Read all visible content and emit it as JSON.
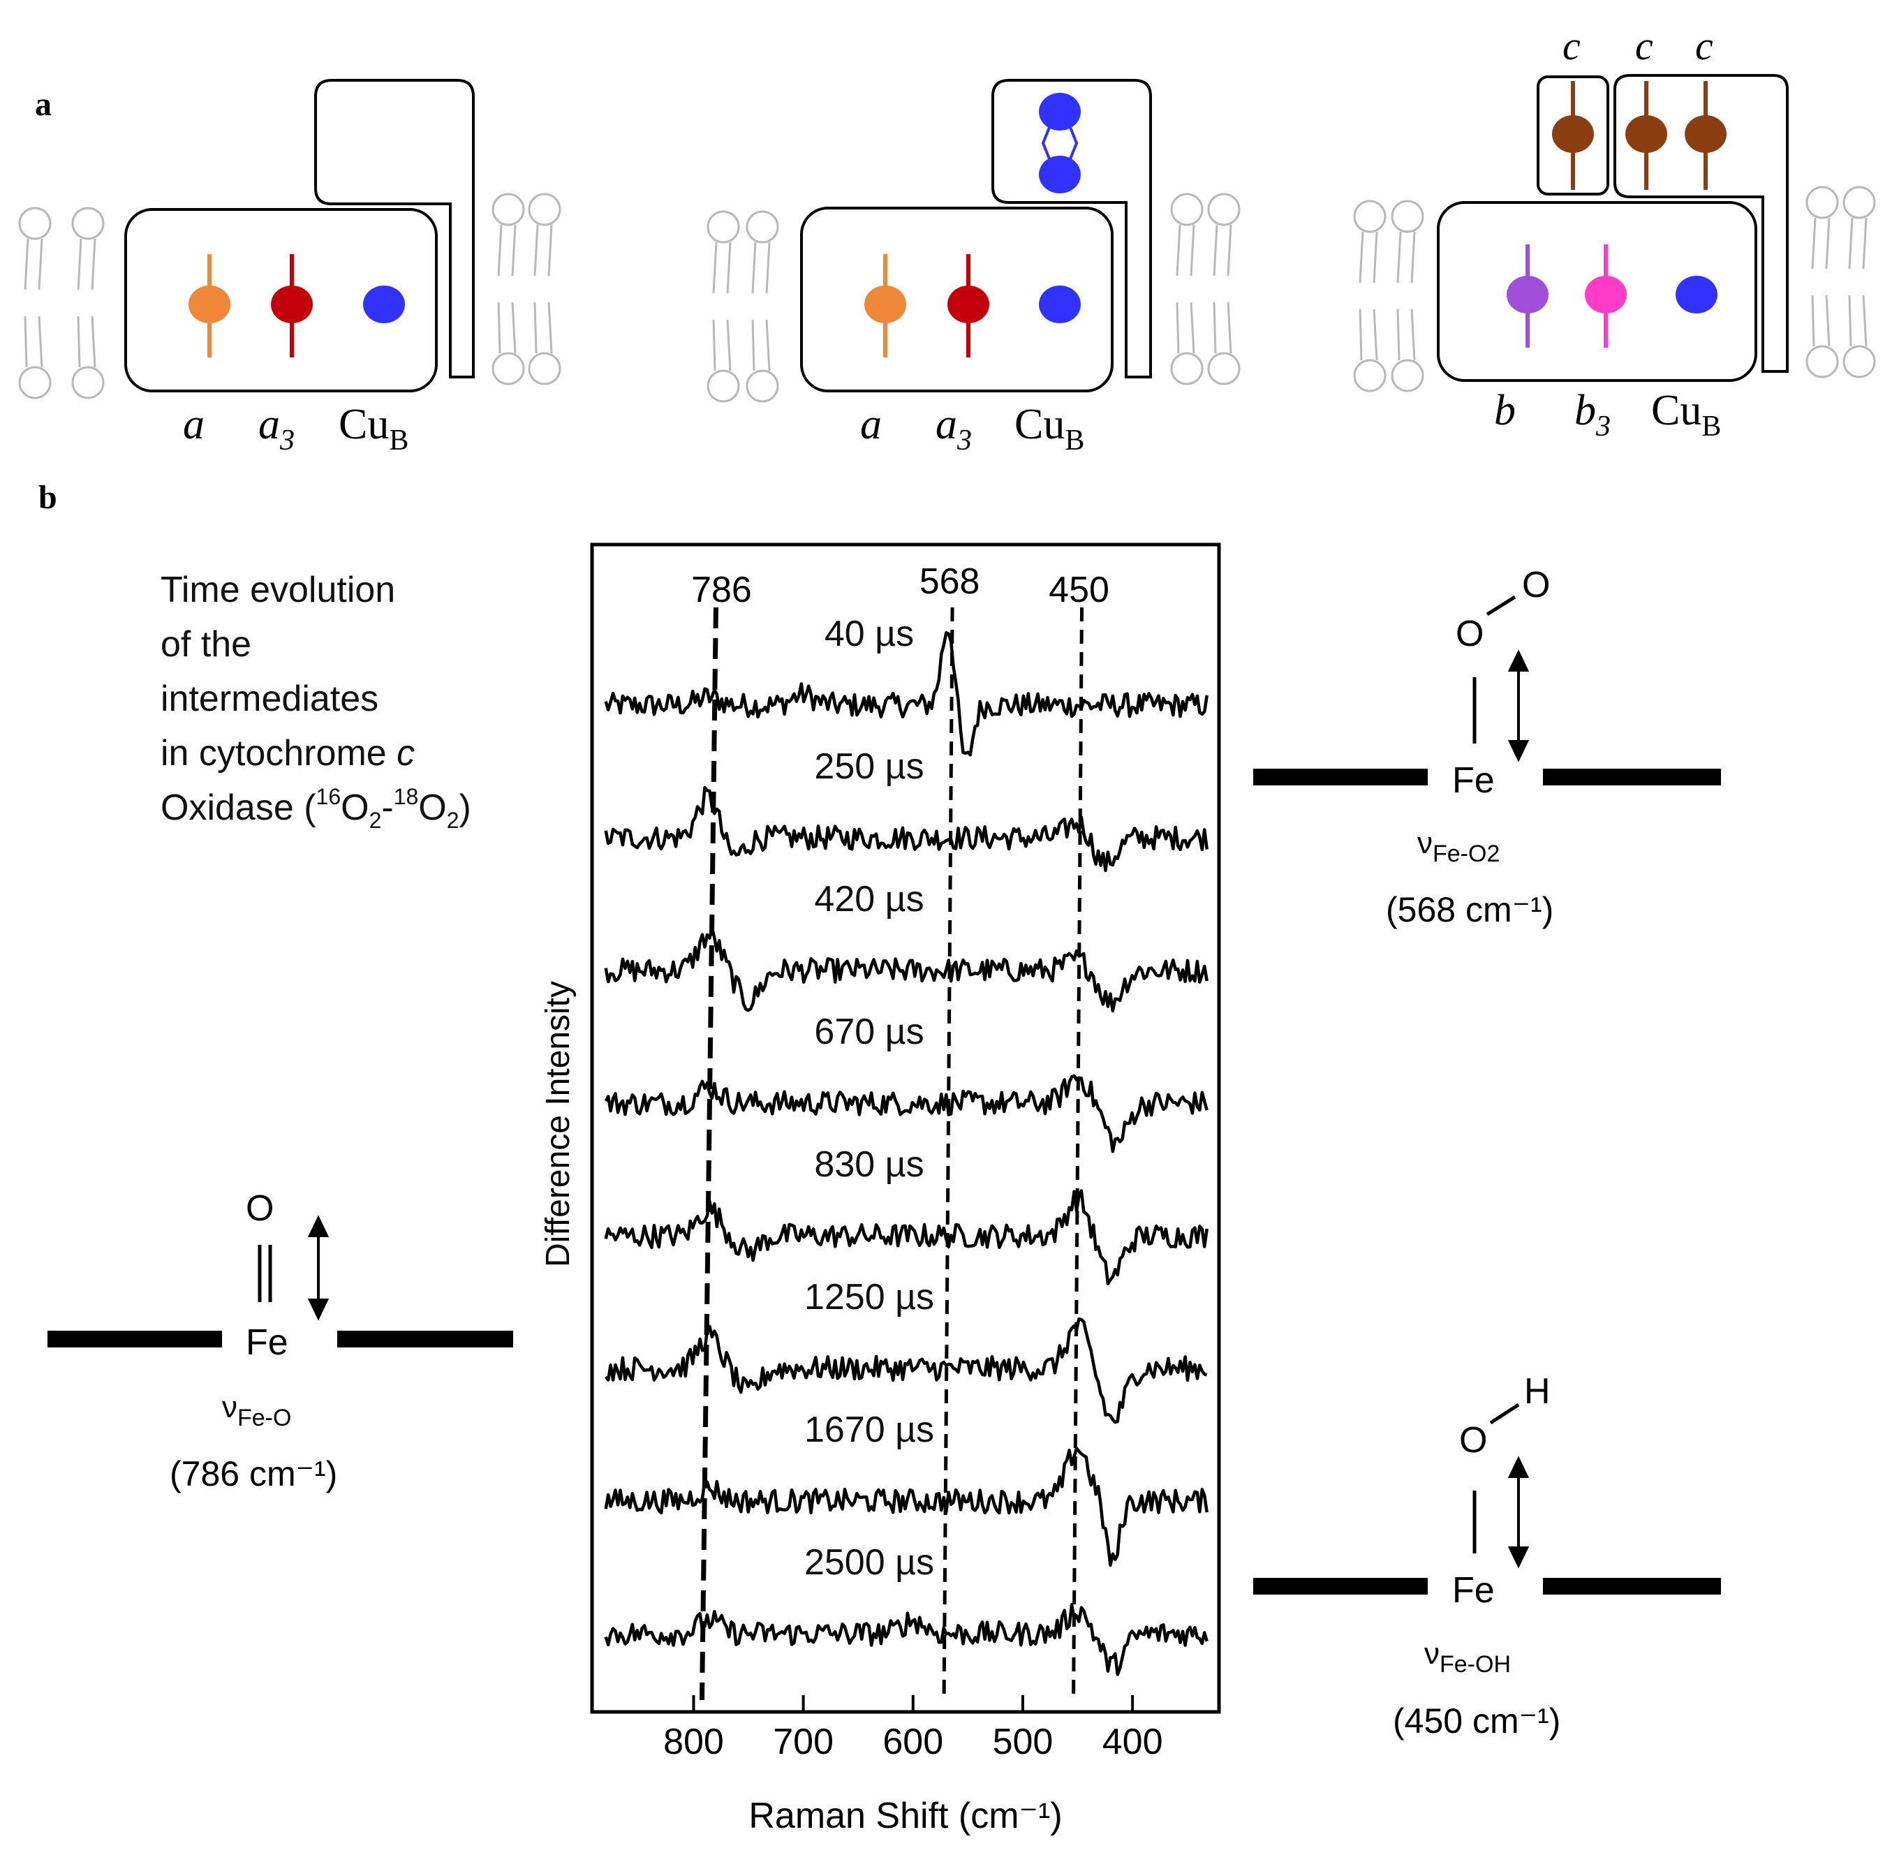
{
  "panel_a": {
    "label": "a",
    "complexes": [
      {
        "hemes": [
          {
            "label": "a",
            "color": "#F0883A"
          },
          {
            "label": "a",
            "sub": "3",
            "color": "#C4000A"
          }
        ],
        "copper": {
          "label": "Cu",
          "sub": "B",
          "color": "#3232FF"
        },
        "cupola": "empty",
        "cyt_c_labels": []
      },
      {
        "hemes": [
          {
            "label": "a",
            "color": "#F0883A"
          },
          {
            "label": "a",
            "sub": "3",
            "color": "#C4000A"
          }
        ],
        "copper": {
          "label": "Cu",
          "sub": "B",
          "color": "#3232FF"
        },
        "cupola": "cuA",
        "cuA_color": "#3232FF",
        "cyt_c_labels": []
      },
      {
        "hemes": [
          {
            "label": "b",
            "color": "#A050D8"
          },
          {
            "label": "b",
            "sub": "3",
            "color": "#FF3CC8"
          }
        ],
        "copper": {
          "label": "Cu",
          "sub": "B",
          "color": "#3232FF"
        },
        "cupola": "cytc",
        "cyt_c_color": "#8B3E10",
        "cyt_c_labels": [
          "c",
          "c",
          "c"
        ]
      }
    ]
  },
  "panel_b": {
    "label": "b",
    "caption": {
      "line1": "Time evolution",
      "line2": "of the",
      "line3": "intermediates",
      "line4_pre": "in cytochrome ",
      "line4_italic": "c",
      "line5_pre": "Oxidase (",
      "iso1": "16",
      "o2a": "O",
      "sub1": "2",
      "dash": "-",
      "iso2": "18",
      "o2b": "O",
      "sub2": "2",
      "close": ")"
    },
    "species": [
      {
        "top": "O",
        "top2": "O",
        "metal": "Fe",
        "nu": "ν",
        "nu_sub": "Fe-O2",
        "freq": "(568 cm⁻¹)"
      },
      {
        "top": "O",
        "metal": "Fe",
        "nu": "ν",
        "nu_sub": "Fe-O",
        "freq": "(786 cm⁻¹)"
      },
      {
        "top": "O",
        "top2": "H",
        "metal": "Fe",
        "nu": "ν",
        "nu_sub": "Fe-OH",
        "freq": "(450 cm⁻¹)"
      }
    ]
  },
  "chart_data": {
    "type": "line",
    "title": "",
    "xlabel": "Raman Shift (cm⁻¹)",
    "ylabel": "Difference Intensity",
    "x_reversed": true,
    "xlim": [
      890,
      325
    ],
    "xticks": [
      800,
      700,
      600,
      500,
      400
    ],
    "marker_lines": [
      {
        "x": 786,
        "label": "786"
      },
      {
        "x": 568,
        "label": "568"
      },
      {
        "x": 450,
        "label": "450"
      }
    ],
    "series": [
      {
        "name": "40 µs",
        "features": [
          [
            786,
            0.3
          ],
          [
            700,
            0.4
          ],
          [
            568,
            3.0
          ],
          [
            552,
            -2.2
          ]
        ]
      },
      {
        "name": "250 µs",
        "features": [
          [
            786,
            1.6
          ],
          [
            765,
            -0.8
          ],
          [
            450,
            0.6
          ],
          [
            425,
            -1.0
          ]
        ]
      },
      {
        "name": "420 µs",
        "features": [
          [
            786,
            1.3
          ],
          [
            750,
            -1.2
          ],
          [
            450,
            0.4
          ],
          [
            420,
            -1.2
          ]
        ]
      },
      {
        "name": "670 µs",
        "features": [
          [
            786,
            0.6
          ],
          [
            450,
            1.0
          ],
          [
            415,
            -1.5
          ]
        ]
      },
      {
        "name": "830 µs",
        "features": [
          [
            786,
            1.0
          ],
          [
            750,
            -0.6
          ],
          [
            450,
            1.4
          ],
          [
            420,
            -1.6
          ]
        ]
      },
      {
        "name": "1250 µs",
        "features": [
          [
            786,
            1.2
          ],
          [
            750,
            -0.9
          ],
          [
            450,
            1.6
          ],
          [
            418,
            -2.0
          ]
        ]
      },
      {
        "name": "1670 µs",
        "features": [
          [
            786,
            0.5
          ],
          [
            450,
            2.0
          ],
          [
            418,
            -2.4
          ]
        ]
      },
      {
        "name": "2500 µs",
        "features": [
          [
            786,
            0.5
          ],
          [
            600,
            0.5
          ],
          [
            450,
            0.9
          ],
          [
            418,
            -1.2
          ]
        ]
      }
    ]
  }
}
